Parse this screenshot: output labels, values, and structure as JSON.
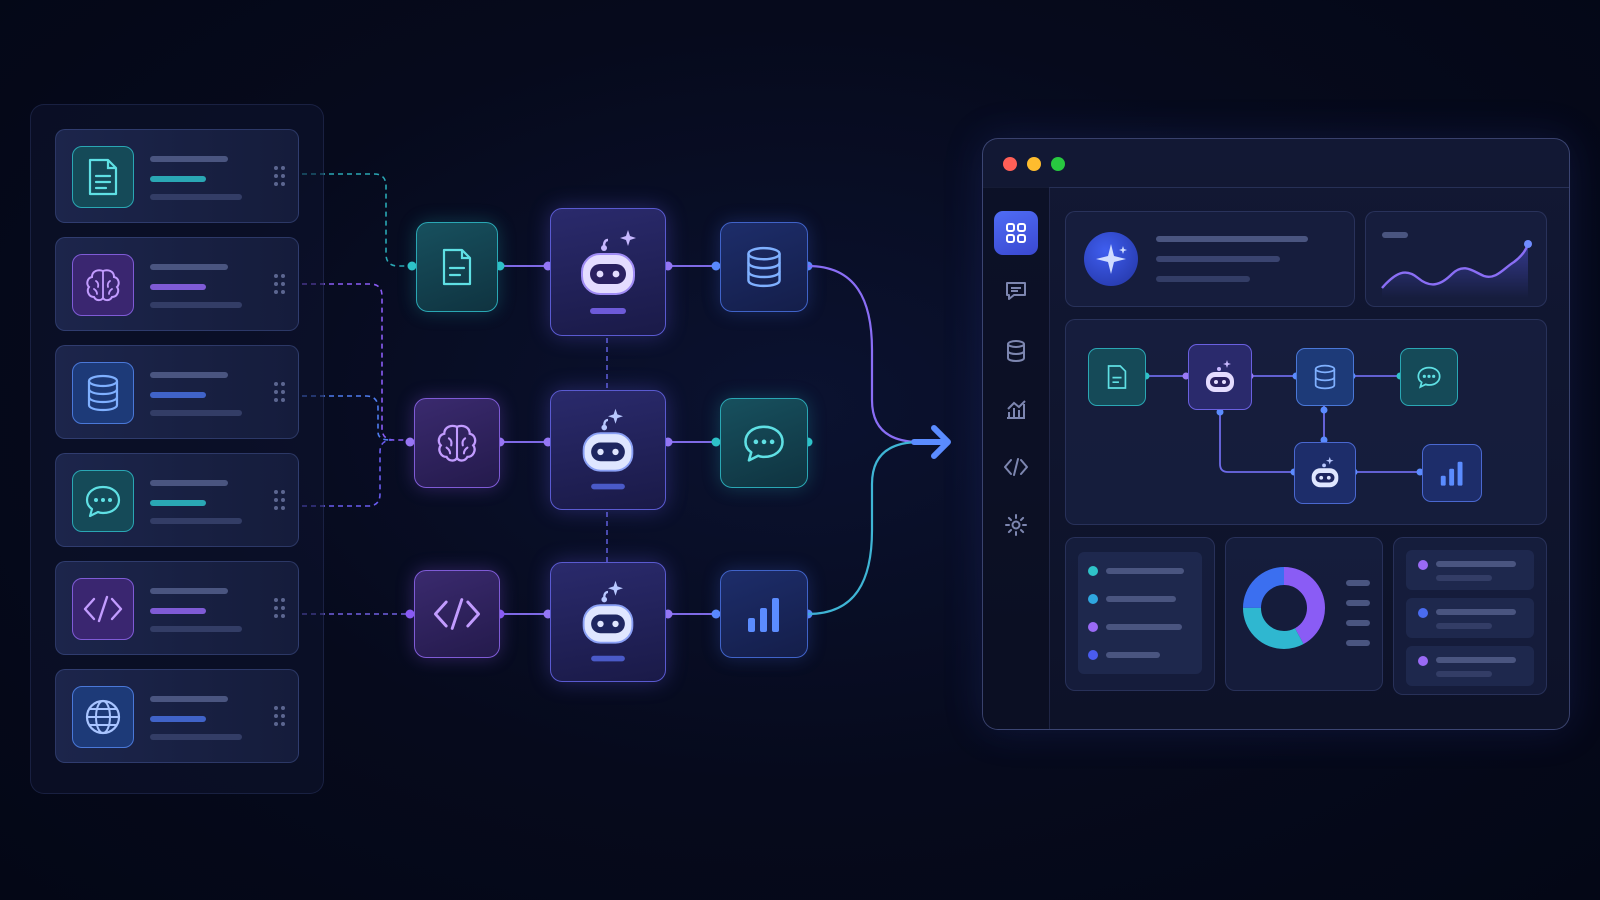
{
  "palette": {
    "cards": [
      {
        "icon": "document-icon",
        "accent": "#2fc3c8"
      },
      {
        "icon": "brain-icon",
        "accent": "#a06cf0"
      },
      {
        "icon": "database-icon",
        "accent": "#4f8cf0"
      },
      {
        "icon": "chat-icon",
        "accent": "#2fc3c8"
      },
      {
        "icon": "code-icon",
        "accent": "#a06cf0"
      },
      {
        "icon": "globe-icon",
        "accent": "#5a8cf0"
      }
    ]
  },
  "flow": {
    "rows": [
      {
        "input": "document-icon",
        "agent": "robot-icon",
        "output": "database-icon"
      },
      {
        "input": "brain-icon",
        "agent": "robot-icon",
        "output": "chat-icon"
      },
      {
        "input": "code-icon",
        "agent": "robot-icon",
        "output": "bar-chart-icon"
      }
    ],
    "merge_arrow": "arrow-right-icon"
  },
  "dashboard": {
    "window_controls": [
      "close-dot",
      "minimize-dot",
      "maximize-dot"
    ],
    "sidebar": [
      "grid-icon",
      "chat-icon",
      "database-icon",
      "chart-icon",
      "code-icon",
      "settings-icon"
    ],
    "mini_flow": [
      "document-icon",
      "robot-icon",
      "database-icon",
      "chat-icon",
      "robot-icon",
      "bar-chart-icon"
    ],
    "donut": {
      "segments": [
        0.42,
        0.33,
        0.25
      ],
      "colors": [
        "#8a5cf5",
        "#2fb7d0",
        "#3b6ff0"
      ]
    }
  },
  "colors": {
    "teal": "#2fc3c8",
    "purple": "#8a5cf5",
    "blue": "#4f7df0",
    "background": "#060a1c"
  }
}
